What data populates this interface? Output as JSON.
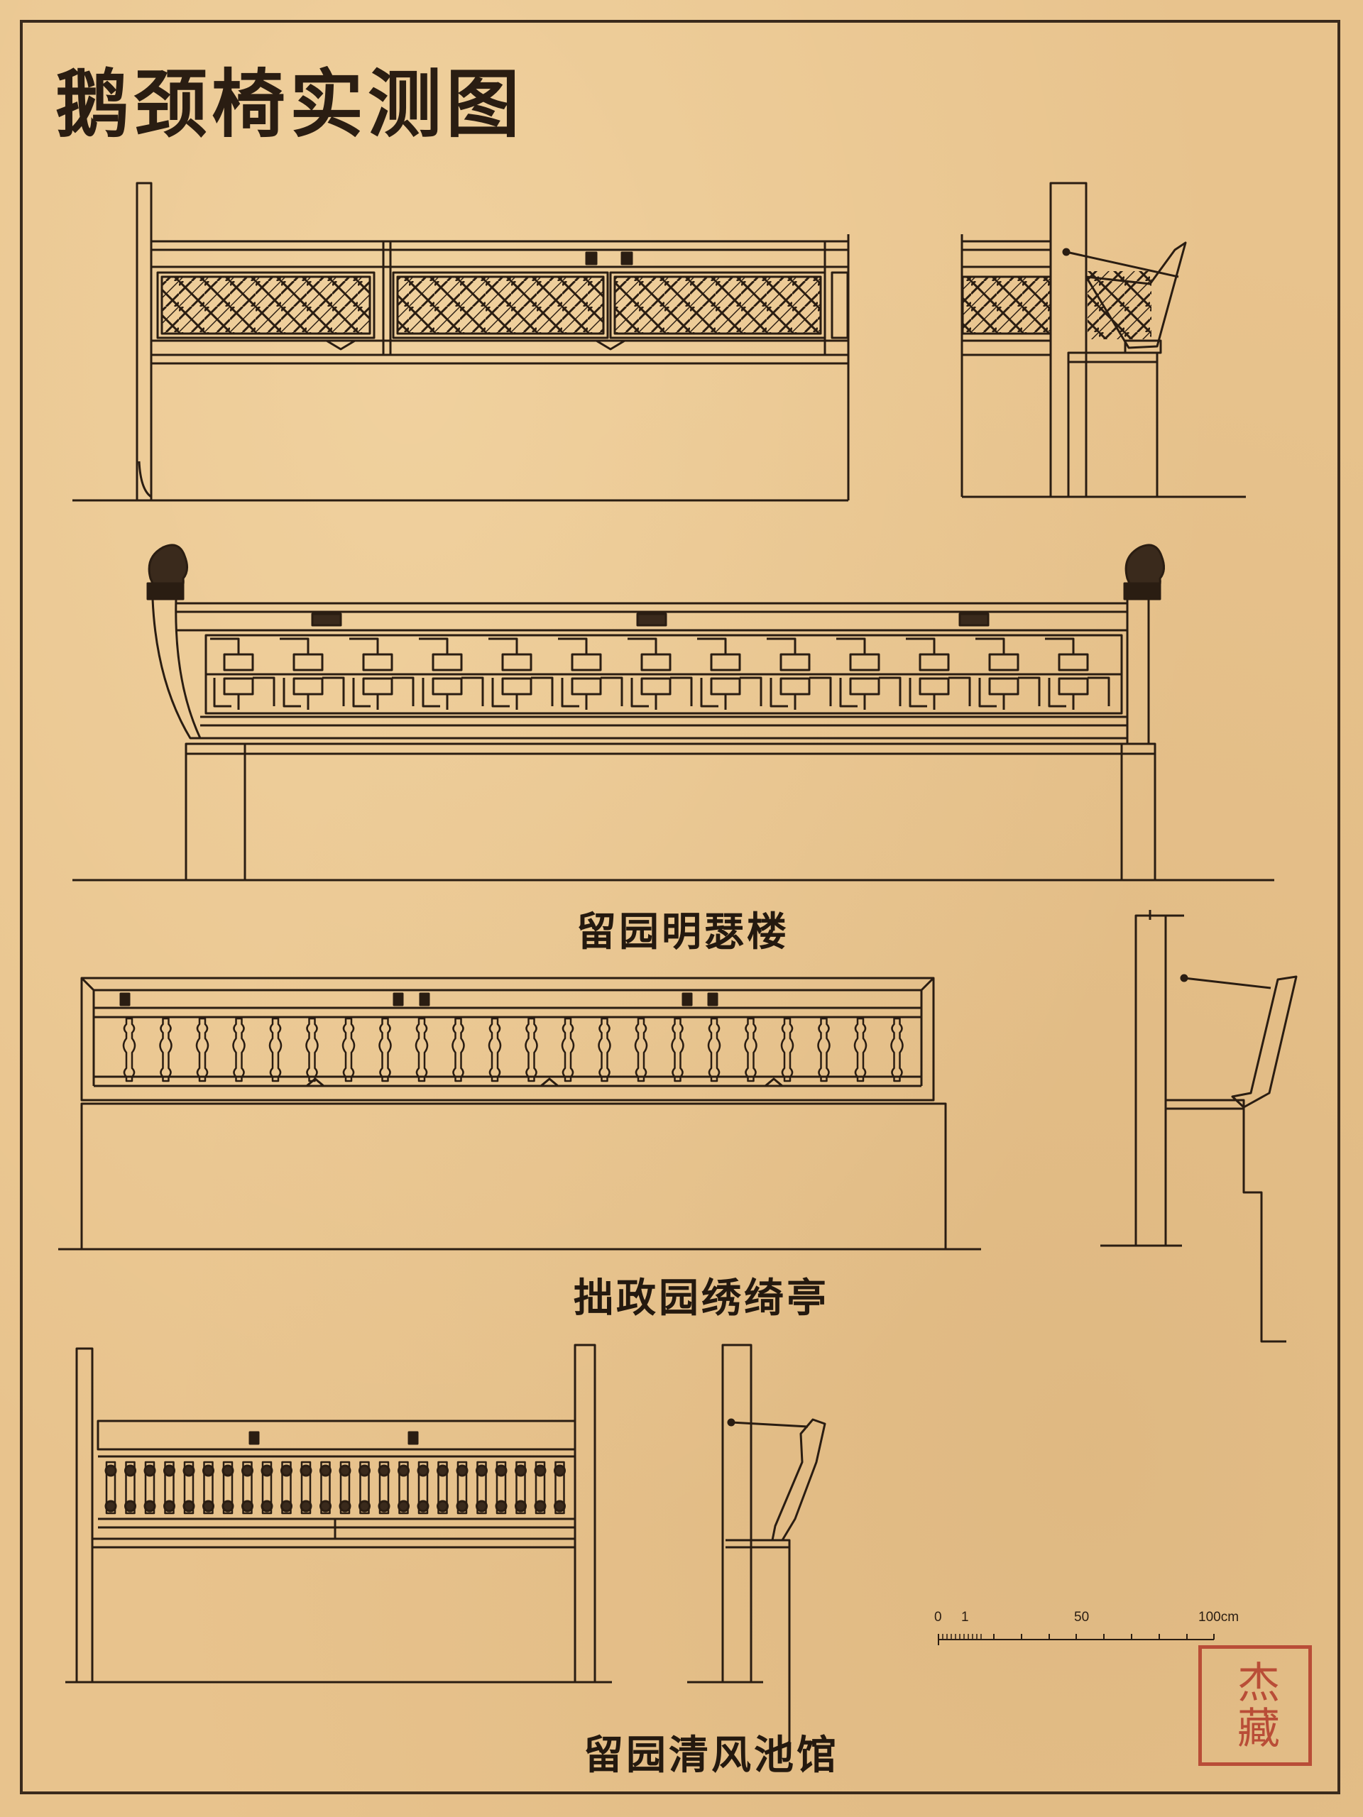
{
  "title": "鹅颈椅实测图",
  "sections": [
    {
      "caption": "留园明瑟楼"
    },
    {
      "caption": "拙政园绣绮亭"
    },
    {
      "caption": "留园清风池馆"
    }
  ],
  "scale_bar": {
    "labels": [
      "0",
      "1",
      "50",
      "100cm"
    ]
  },
  "seal": {
    "text": "杰藏"
  },
  "colors": {
    "paper": "#e8c38d",
    "ink": "#2a1d12",
    "seal": "#b33a2a"
  }
}
